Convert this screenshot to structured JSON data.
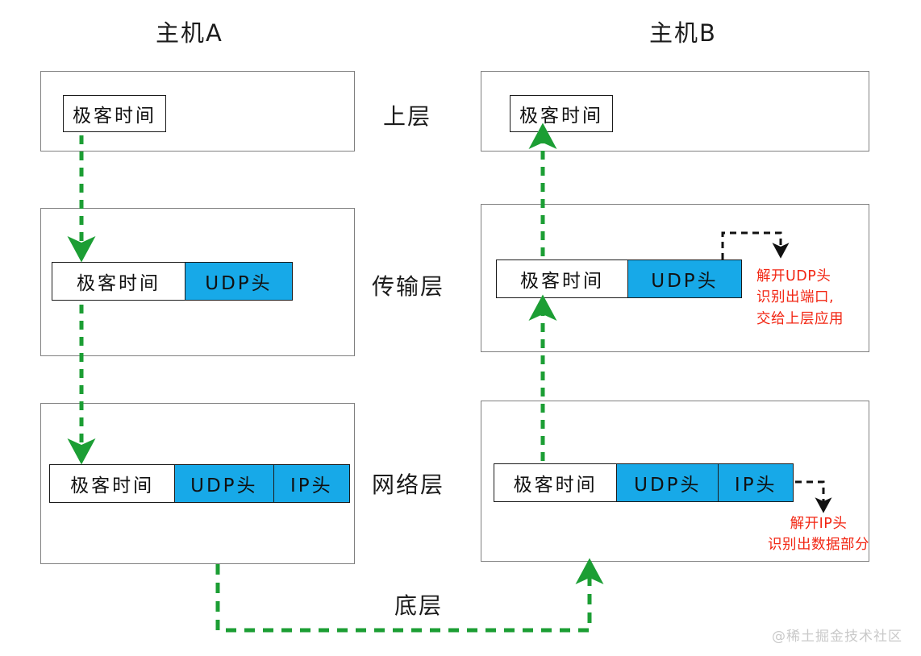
{
  "diagram": {
    "title_left": "主机A",
    "title_right": "主机B",
    "layer_labels": {
      "upper": "上层",
      "transport": "传输层",
      "network": "网络层",
      "link": "底层"
    },
    "payload_label": "极客时间",
    "udp_header_label": "UDP头",
    "ip_header_label": "IP头",
    "annotations": {
      "udp_line1": "解开UDP头",
      "udp_line2": "识别出端口,",
      "udp_line3": "交给上层应用",
      "ip_line1": "解开IP头",
      "ip_line2": "识别出数据部分"
    },
    "watermark": "@稀土掘金技术社区",
    "colors": {
      "header_fill": "#17a9e8",
      "flow_arrow": "#1c9e34",
      "annotation": "#f22613",
      "box_border": "#808080",
      "packet_border": "#1b1b1b",
      "watermark": "#c9c9c9"
    }
  }
}
